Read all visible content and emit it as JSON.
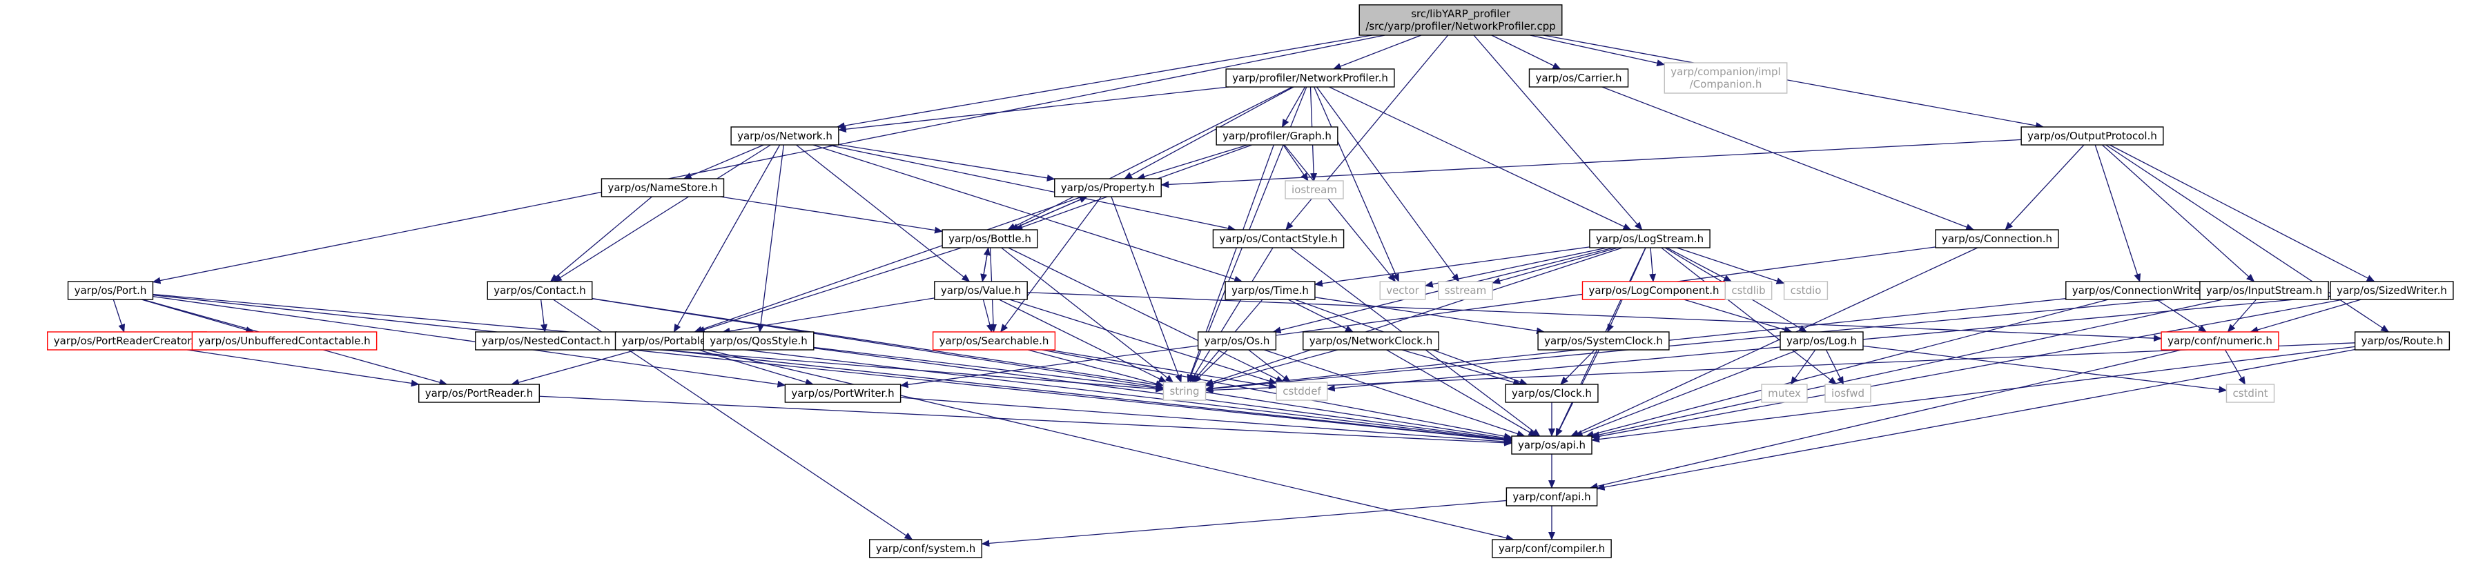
{
  "graph": {
    "nodes": [
      {
        "id": "root",
        "lines": [
          "src/libYARP_profiler",
          "/src/yarp/profiler/NetworkProfiler.cpp"
        ],
        "kind": "root"
      },
      {
        "id": "port",
        "lines": [
          "yarp/os/Port.h"
        ],
        "kind": "normal"
      },
      {
        "id": "network",
        "lines": [
          "yarp/os/Network.h"
        ],
        "kind": "normal"
      },
      {
        "id": "netprofiler",
        "lines": [
          "yarp/profiler/NetworkProfiler.h"
        ],
        "kind": "normal"
      },
      {
        "id": "carrier",
        "lines": [
          "yarp/os/Carrier.h"
        ],
        "kind": "normal"
      },
      {
        "id": "companion",
        "lines": [
          "yarp/companion/impl",
          "/Companion.h"
        ],
        "kind": "system"
      },
      {
        "id": "outputprotocol",
        "lines": [
          "yarp/os/OutputProtocol.h"
        ],
        "kind": "normal"
      },
      {
        "id": "graph",
        "lines": [
          "yarp/profiler/Graph.h"
        ],
        "kind": "normal"
      },
      {
        "id": "iostream",
        "lines": [
          "iostream"
        ],
        "kind": "system"
      },
      {
        "id": "namestore",
        "lines": [
          "yarp/os/NameStore.h"
        ],
        "kind": "normal"
      },
      {
        "id": "property",
        "lines": [
          "yarp/os/Property.h"
        ],
        "kind": "normal"
      },
      {
        "id": "bottle",
        "lines": [
          "yarp/os/Bottle.h"
        ],
        "kind": "normal"
      },
      {
        "id": "contactstyle",
        "lines": [
          "yarp/os/ContactStyle.h"
        ],
        "kind": "normal"
      },
      {
        "id": "logstream",
        "lines": [
          "yarp/os/LogStream.h"
        ],
        "kind": "normal"
      },
      {
        "id": "connection",
        "lines": [
          "yarp/os/Connection.h"
        ],
        "kind": "normal"
      },
      {
        "id": "contact",
        "lines": [
          "yarp/os/Contact.h"
        ],
        "kind": "normal"
      },
      {
        "id": "value",
        "lines": [
          "yarp/os/Value.h"
        ],
        "kind": "normal"
      },
      {
        "id": "time",
        "lines": [
          "yarp/os/Time.h"
        ],
        "kind": "normal"
      },
      {
        "id": "vector",
        "lines": [
          "vector"
        ],
        "kind": "system"
      },
      {
        "id": "sstream",
        "lines": [
          "sstream"
        ],
        "kind": "system"
      },
      {
        "id": "logcomponent",
        "lines": [
          "yarp/os/LogComponent.h"
        ],
        "kind": "missing"
      },
      {
        "id": "cstdlib",
        "lines": [
          "cstdlib"
        ],
        "kind": "system"
      },
      {
        "id": "cstdio",
        "lines": [
          "cstdio"
        ],
        "kind": "system"
      },
      {
        "id": "connectionwriter",
        "lines": [
          "yarp/os/ConnectionWriter.h"
        ],
        "kind": "normal"
      },
      {
        "id": "inputstream",
        "lines": [
          "yarp/os/InputStream.h"
        ],
        "kind": "normal"
      },
      {
        "id": "sizedwriter",
        "lines": [
          "yarp/os/SizedWriter.h"
        ],
        "kind": "normal"
      },
      {
        "id": "portreadercreator",
        "lines": [
          "yarp/os/PortReaderCreator.h"
        ],
        "kind": "missing"
      },
      {
        "id": "unbuffered",
        "lines": [
          "yarp/os/UnbufferedContactable.h"
        ],
        "kind": "missing"
      },
      {
        "id": "nestedcontact",
        "lines": [
          "yarp/os/NestedContact.h"
        ],
        "kind": "normal"
      },
      {
        "id": "portable",
        "lines": [
          "yarp/os/Portable.h"
        ],
        "kind": "normal"
      },
      {
        "id": "qosstyle",
        "lines": [
          "yarp/os/QosStyle.h"
        ],
        "kind": "normal"
      },
      {
        "id": "searchable",
        "lines": [
          "yarp/os/Searchable.h"
        ],
        "kind": "missing"
      },
      {
        "id": "os",
        "lines": [
          "yarp/os/Os.h"
        ],
        "kind": "normal"
      },
      {
        "id": "networkclock",
        "lines": [
          "yarp/os/NetworkClock.h"
        ],
        "kind": "normal"
      },
      {
        "id": "systemclock",
        "lines": [
          "yarp/os/SystemClock.h"
        ],
        "kind": "normal"
      },
      {
        "id": "log",
        "lines": [
          "yarp/os/Log.h"
        ],
        "kind": "normal"
      },
      {
        "id": "numeric",
        "lines": [
          "yarp/conf/numeric.h"
        ],
        "kind": "missing"
      },
      {
        "id": "route",
        "lines": [
          "yarp/os/Route.h"
        ],
        "kind": "normal"
      },
      {
        "id": "portreader",
        "lines": [
          "yarp/os/PortReader.h"
        ],
        "kind": "normal"
      },
      {
        "id": "portwriter",
        "lines": [
          "yarp/os/PortWriter.h"
        ],
        "kind": "normal"
      },
      {
        "id": "string",
        "lines": [
          "string"
        ],
        "kind": "system"
      },
      {
        "id": "cstddef",
        "lines": [
          "cstddef"
        ],
        "kind": "system"
      },
      {
        "id": "clock",
        "lines": [
          "yarp/os/Clock.h"
        ],
        "kind": "normal"
      },
      {
        "id": "mutex",
        "lines": [
          "mutex"
        ],
        "kind": "system"
      },
      {
        "id": "iosfwd",
        "lines": [
          "iosfwd"
        ],
        "kind": "system"
      },
      {
        "id": "cstdint",
        "lines": [
          "cstdint"
        ],
        "kind": "system"
      },
      {
        "id": "api",
        "lines": [
          "yarp/os/api.h"
        ],
        "kind": "normal"
      },
      {
        "id": "confapi",
        "lines": [
          "yarp/conf/api.h"
        ],
        "kind": "normal"
      },
      {
        "id": "system",
        "lines": [
          "yarp/conf/system.h"
        ],
        "kind": "normal"
      },
      {
        "id": "compiler",
        "lines": [
          "yarp/conf/compiler.h"
        ],
        "kind": "normal"
      }
    ],
    "edges": [
      [
        "root",
        "port"
      ],
      [
        "root",
        "network"
      ],
      [
        "root",
        "netprofiler"
      ],
      [
        "root",
        "carrier"
      ],
      [
        "root",
        "companion"
      ],
      [
        "root",
        "outputprotocol"
      ],
      [
        "root",
        "contactstyle"
      ],
      [
        "root",
        "logstream"
      ],
      [
        "netprofiler",
        "network"
      ],
      [
        "netprofiler",
        "graph"
      ],
      [
        "netprofiler",
        "iostream"
      ],
      [
        "netprofiler",
        "property"
      ],
      [
        "netprofiler",
        "bottle"
      ],
      [
        "netprofiler",
        "vector"
      ],
      [
        "netprofiler",
        "sstream"
      ],
      [
        "netprofiler",
        "logstream"
      ],
      [
        "netprofiler",
        "string"
      ],
      [
        "network",
        "contact"
      ],
      [
        "network",
        "namestore"
      ],
      [
        "network",
        "property"
      ],
      [
        "network",
        "value"
      ],
      [
        "network",
        "contactstyle"
      ],
      [
        "network",
        "portable"
      ],
      [
        "network",
        "qosstyle"
      ],
      [
        "network",
        "time"
      ],
      [
        "carrier",
        "connection"
      ],
      [
        "outputprotocol",
        "property"
      ],
      [
        "outputprotocol",
        "connection"
      ],
      [
        "outputprotocol",
        "connectionwriter"
      ],
      [
        "outputprotocol",
        "inputstream"
      ],
      [
        "outputprotocol",
        "sizedwriter"
      ],
      [
        "outputprotocol",
        "route"
      ],
      [
        "graph",
        "property"
      ],
      [
        "graph",
        "iostream"
      ],
      [
        "graph",
        "vector"
      ],
      [
        "graph",
        "string"
      ],
      [
        "graph",
        "bottle"
      ],
      [
        "namestore",
        "contact"
      ],
      [
        "namestore",
        "bottle"
      ],
      [
        "property",
        "bottle"
      ],
      [
        "property",
        "searchable"
      ],
      [
        "property",
        "string"
      ],
      [
        "property",
        "portable"
      ],
      [
        "bottle",
        "property"
      ],
      [
        "bottle",
        "value"
      ],
      [
        "bottle",
        "portable"
      ],
      [
        "bottle",
        "searchable"
      ],
      [
        "bottle",
        "string"
      ],
      [
        "bottle",
        "cstddef"
      ],
      [
        "value",
        "bottle"
      ],
      [
        "value",
        "portable"
      ],
      [
        "value",
        "searchable"
      ],
      [
        "value",
        "string"
      ],
      [
        "value",
        "cstddef"
      ],
      [
        "value",
        "numeric"
      ],
      [
        "contactstyle",
        "string"
      ],
      [
        "contactstyle",
        "api"
      ],
      [
        "logstream",
        "vector"
      ],
      [
        "logstream",
        "sstream"
      ],
      [
        "logstream",
        "logcomponent"
      ],
      [
        "logstream",
        "cstdlib"
      ],
      [
        "logstream",
        "cstdio"
      ],
      [
        "logstream",
        "log"
      ],
      [
        "logstream",
        "os"
      ],
      [
        "logstream",
        "string"
      ],
      [
        "logstream",
        "iosfwd"
      ],
      [
        "logstream",
        "api"
      ],
      [
        "logstream",
        "systemclock"
      ],
      [
        "logstream",
        "time"
      ],
      [
        "connection",
        "api"
      ],
      [
        "connection",
        "portwriter"
      ],
      [
        "contact",
        "nestedcontact"
      ],
      [
        "contact",
        "string"
      ],
      [
        "contact",
        "system"
      ],
      [
        "contact",
        "api"
      ],
      [
        "time",
        "networkclock"
      ],
      [
        "time",
        "string"
      ],
      [
        "time",
        "clock"
      ],
      [
        "time",
        "systemclock"
      ],
      [
        "logcomponent",
        "log"
      ],
      [
        "connectionwriter",
        "numeric"
      ],
      [
        "connectionwriter",
        "api"
      ],
      [
        "connectionwriter",
        "string"
      ],
      [
        "inputstream",
        "numeric"
      ],
      [
        "inputstream",
        "api"
      ],
      [
        "inputstream",
        "string"
      ],
      [
        "sizedwriter",
        "numeric"
      ],
      [
        "sizedwriter",
        "api"
      ],
      [
        "sizedwriter",
        "cstddef"
      ],
      [
        "port",
        "portreadercreator"
      ],
      [
        "port",
        "unbuffered"
      ],
      [
        "port",
        "portable"
      ],
      [
        "port",
        "portreader"
      ],
      [
        "port",
        "portwriter"
      ],
      [
        "port",
        "api"
      ],
      [
        "portreadercreator",
        "portreader"
      ],
      [
        "nestedcontact",
        "string"
      ],
      [
        "nestedcontact",
        "api"
      ],
      [
        "portable",
        "portreader"
      ],
      [
        "portable",
        "portwriter"
      ],
      [
        "portable",
        "api"
      ],
      [
        "portable",
        "compiler"
      ],
      [
        "qosstyle",
        "string"
      ],
      [
        "qosstyle",
        "api"
      ],
      [
        "searchable",
        "string"
      ],
      [
        "searchable",
        "api"
      ],
      [
        "searchable",
        "cstddef"
      ],
      [
        "os",
        "string"
      ],
      [
        "os",
        "cstddef"
      ],
      [
        "os",
        "api"
      ],
      [
        "networkclock",
        "clock"
      ],
      [
        "networkclock",
        "string"
      ],
      [
        "networkclock",
        "api"
      ],
      [
        "systemclock",
        "clock"
      ],
      [
        "systemclock",
        "api"
      ],
      [
        "log",
        "mutex"
      ],
      [
        "log",
        "iosfwd"
      ],
      [
        "log",
        "cstdint"
      ],
      [
        "log",
        "api"
      ],
      [
        "numeric",
        "cstdint"
      ],
      [
        "numeric",
        "confapi"
      ],
      [
        "route",
        "string"
      ],
      [
        "route",
        "api"
      ],
      [
        "route",
        "confapi"
      ],
      [
        "portreader",
        "api"
      ],
      [
        "portwriter",
        "api"
      ],
      [
        "clock",
        "api"
      ],
      [
        "api",
        "confapi"
      ],
      [
        "confapi",
        "system"
      ],
      [
        "confapi",
        "compiler"
      ]
    ]
  }
}
